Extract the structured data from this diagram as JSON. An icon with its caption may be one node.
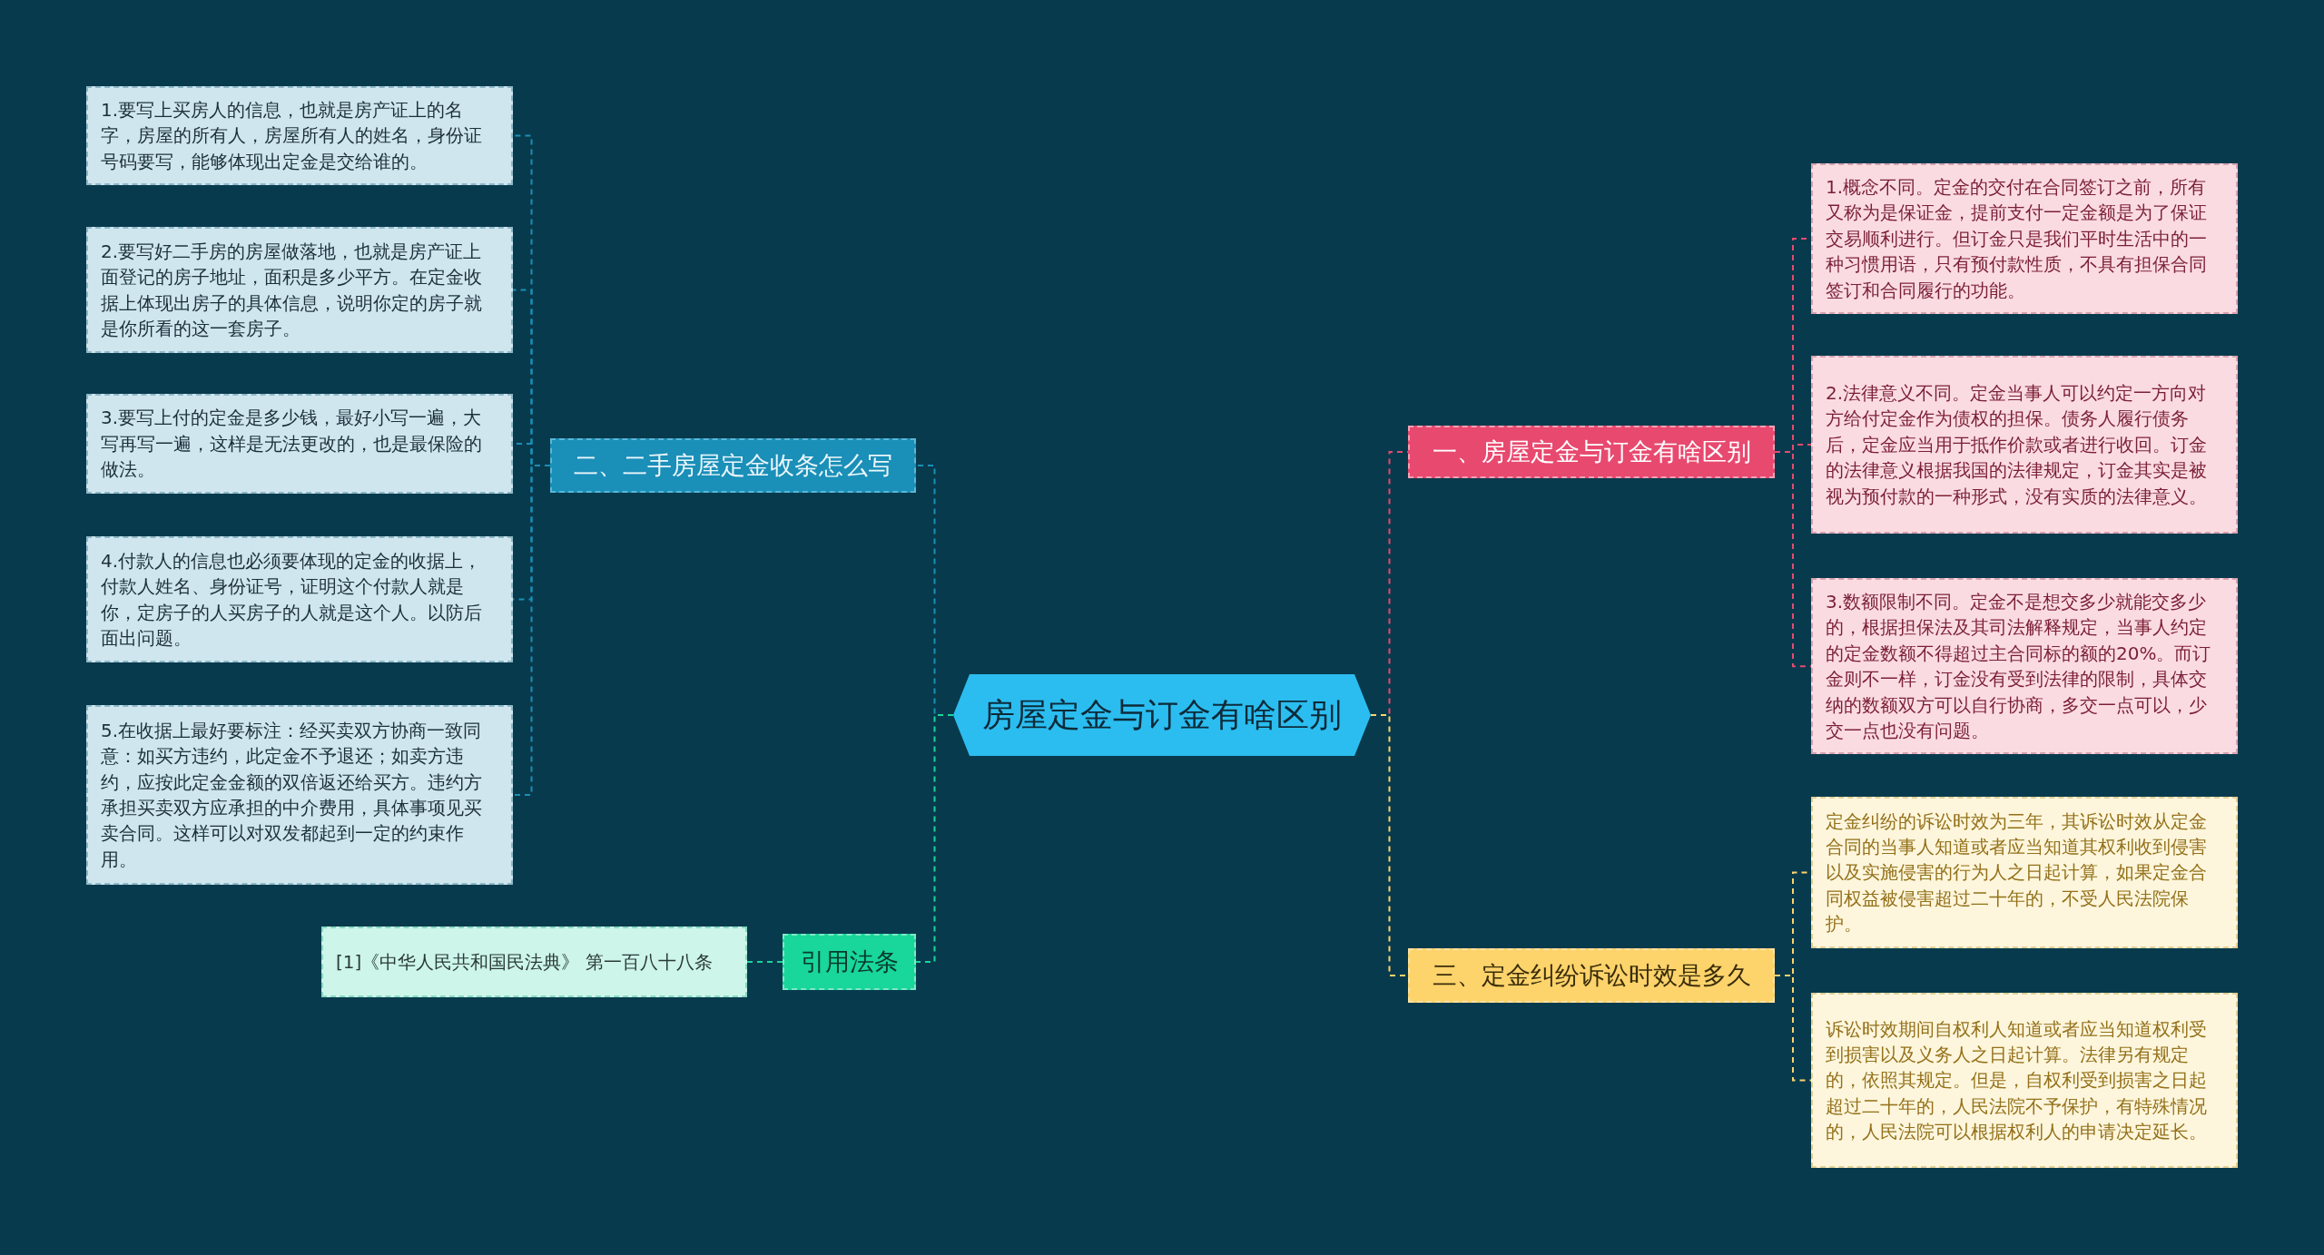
{
  "diagram": {
    "nodes": [
      {
        "text": [
          "房屋定金与订金有啥区别"
        ]
      },
      {
        "text": [
          "一、房屋定金与订金有啥区别"
        ]
      },
      {
        "text": [
          "1.概念不同。定金的交付在合同签订之前，所有又称为是保证金，提前支付一定金额是为了保证交易顺利进行。但订金只是我们平时生活中的一种习惯用语，只有预付款性质，不具有担保合同签订和合同履行的功能。"
        ]
      },
      {
        "text": [
          "2.法律意义不同。定金当事人可以约定一方向对方给付定金作为债权的担保。债务人履行债务后，定金应当用于抵作价款或者进行收回。订金的法律意义根据我国的法律规定，订金其实是被视为预付款的一种形式，没有实质的法律意义。"
        ]
      },
      {
        "text": [
          "3.数额限制不同。定金不是想交多少就能交多少的，根据担保法及其司法解释规定，当事人约定的定金数额不得超过主合同标的额的20%。而订金则不一样，订金没有受到法律的限制，具体交纳的数额双方可以自行协商，多交一点可以，少交一点也没有问题。"
        ]
      },
      {
        "text": [
          "二、二手房屋定金收条怎么写"
        ]
      },
      {
        "text": [
          "1.要写上买房人的信息，也就是房产证上的名字，房屋的所有人，房屋所有人的姓名，身份证号码要写，能够体现出定金是交给谁的。"
        ]
      },
      {
        "text": [
          "2.要写好二手房的房屋做落地，也就是房产证上面登记的房子地址，面积是多少平方。在定金收据上体现出房子的具体信息，说明你定的房子就是你所看的这一套房子。"
        ]
      },
      {
        "text": [
          "3.要写上付的定金是多少钱，最好小写一遍，大写再写一遍，这样是无法更改的，也是最保险的做法。"
        ]
      },
      {
        "text": [
          "4.付款人的信息也必须要体现的定金的收据上，付款人姓名、身份证号，证明这个付款人就是你，定房子的人买房子的人就是这个人。以防后面出问题。"
        ]
      },
      {
        "text": [
          "5.在收据上最好要标注：经买卖双方协商一致同意：如买方违约，此定金不予退还；如卖方违约，应按此定金金额的双倍返还给买方。违约方承担买卖双方应承担的中介费用，具体事项见买卖合同。这样可以对双发都起到一定的约束作用。"
        ]
      },
      {
        "text": [
          "三、定金纠纷诉讼时效是多久"
        ]
      },
      {
        "text": [
          "定金纠纷的诉讼时效为三年，其诉讼时效从定金合同的当事人知道或者应当知道其权利收到侵害以及实施侵害的行为人之日起计算，如果定金合同权益被侵害超过二十年的，不受人民法院保护。"
        ]
      },
      {
        "text": [
          "诉讼时效期间自权利人知道或者应当知道权利受到损害以及义务人之日起计算。法律另有规定的，依照其规定。但是，自权利受到损害之日起超过二十年的，人民法院不予保护，有特殊情况的，人民法院可以根据权利人的申请决定延长。"
        ]
      },
      {
        "text": [
          "引用法条"
        ]
      },
      {
        "text": [
          "[1]《中华人民共和国民法典》 第一百八十八条"
        ]
      }
    ],
    "edges": [
      {
        "from": 0,
        "to": 1,
        "arrow": "none",
        "style": "dashed",
        "color": "#e8496f"
      },
      {
        "from": 1,
        "to": 2,
        "arrow": "none",
        "style": "dashed",
        "color": "#e8496f"
      },
      {
        "from": 1,
        "to": 3,
        "arrow": "none",
        "style": "dashed",
        "color": "#e8496f"
      },
      {
        "from": 1,
        "to": 4,
        "arrow": "none",
        "style": "dashed",
        "color": "#e8496f"
      },
      {
        "from": 0,
        "to": 5,
        "arrow": "none",
        "style": "dashed",
        "color": "#1a8fb8"
      },
      {
        "from": 5,
        "to": 6,
        "arrow": "none",
        "style": "dashed",
        "color": "#1a8fb8"
      },
      {
        "from": 5,
        "to": 7,
        "arrow": "none",
        "style": "dashed",
        "color": "#1a8fb8"
      },
      {
        "from": 5,
        "to": 8,
        "arrow": "none",
        "style": "dashed",
        "color": "#1a8fb8"
      },
      {
        "from": 5,
        "to": 9,
        "arrow": "none",
        "style": "dashed",
        "color": "#1a8fb8"
      },
      {
        "from": 5,
        "to": 10,
        "arrow": "none",
        "style": "dashed",
        "color": "#1a8fb8"
      },
      {
        "from": 0,
        "to": 11,
        "arrow": "none",
        "style": "dashed",
        "color": "#fdd36b"
      },
      {
        "from": 11,
        "to": 12,
        "arrow": "none",
        "style": "dashed",
        "color": "#fdd36b"
      },
      {
        "from": 11,
        "to": 13,
        "arrow": "none",
        "style": "dashed",
        "color": "#fdd36b"
      },
      {
        "from": 0,
        "to": 14,
        "arrow": "none",
        "style": "dashed",
        "color": "#19d69b"
      },
      {
        "from": 14,
        "to": 15,
        "arrow": "none",
        "style": "dashed",
        "color": "#19d69b"
      }
    ]
  }
}
